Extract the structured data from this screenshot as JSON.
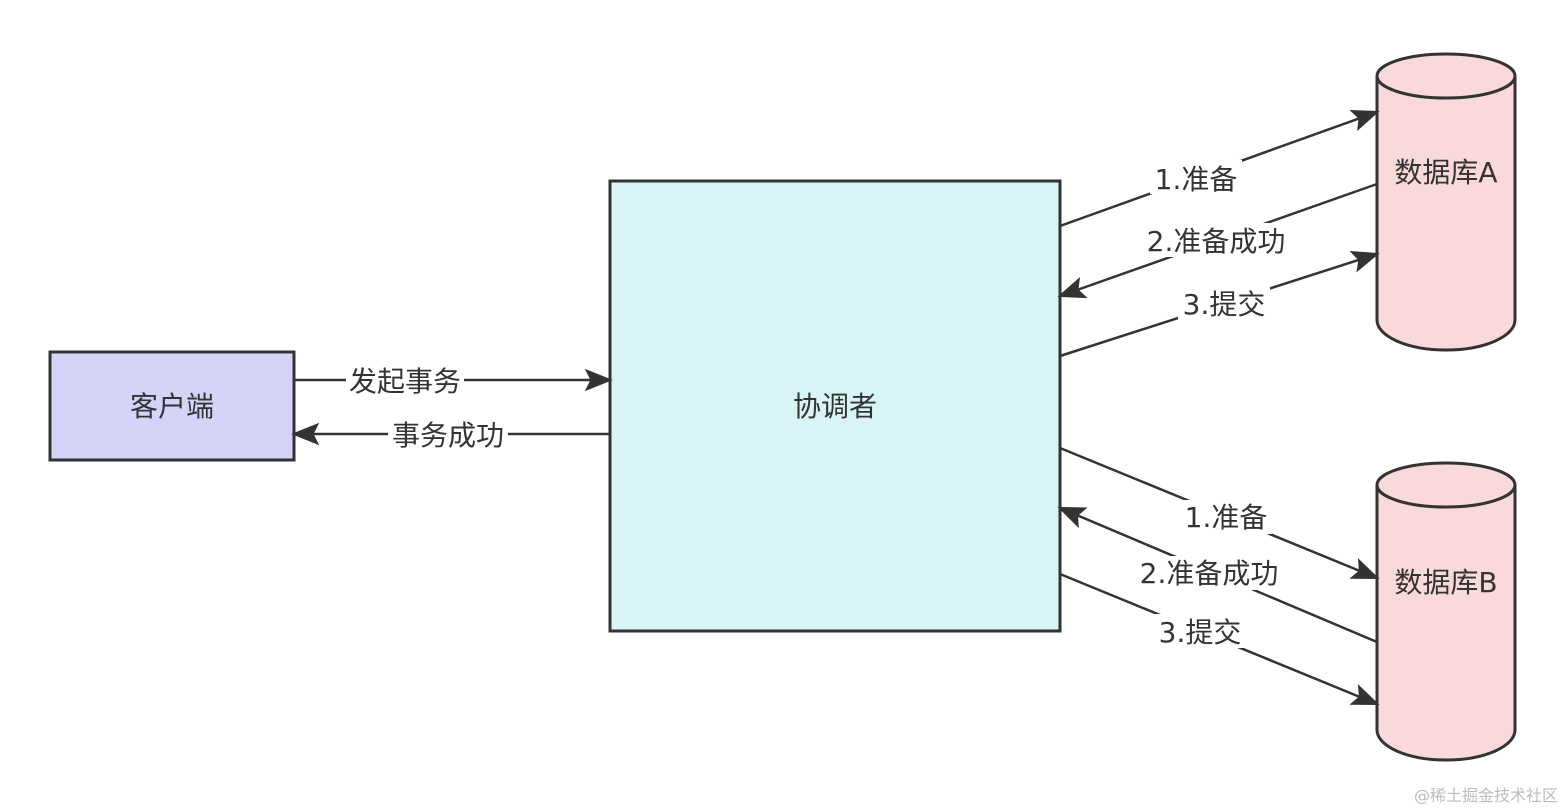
{
  "nodes": {
    "client": {
      "label": "客户端",
      "fill": "#d4d4f8"
    },
    "coordinator": {
      "label": "协调者",
      "fill": "#d9f4f6"
    },
    "db_a": {
      "label": "数据库A",
      "fill": "#f9d9d9"
    },
    "db_b": {
      "label": "数据库B",
      "fill": "#f9d9d9"
    }
  },
  "edges": {
    "start_tx": "发起事务",
    "tx_success": "事务成功",
    "a_prepare": "1.准备",
    "a_prepare_ok": "2.准备成功",
    "a_commit": "3.提交",
    "b_prepare": "1.准备",
    "b_prepare_ok": "2.准备成功",
    "b_commit": "3.提交"
  },
  "stroke_color": "#333333",
  "watermark": "@稀土掘金技术社区"
}
